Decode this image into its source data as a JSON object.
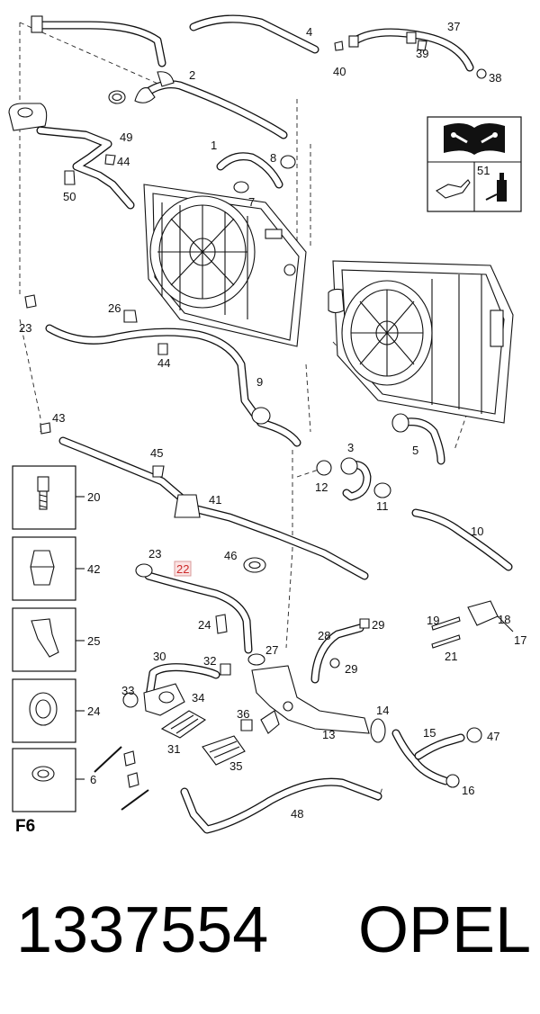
{
  "diagram": {
    "section_label": "F6",
    "part_number": "1337554",
    "brand": "OPEL",
    "highlighted_callout": "22",
    "callouts": {
      "c1": "1",
      "c2": "2",
      "c3": "3",
      "c4": "4",
      "c5": "5",
      "c6": "6",
      "c7": "7",
      "c8": "8",
      "c9": "9",
      "c10": "10",
      "c11": "11",
      "c12": "12",
      "c13": "13",
      "c14": "14",
      "c15": "15",
      "c16": "16",
      "c17": "17",
      "c18": "18",
      "c19": "19",
      "c20": "20",
      "c21": "21",
      "c23a": "23",
      "c23b": "23",
      "c24a": "24",
      "c24b": "24",
      "c25": "25",
      "c26": "26",
      "c27": "27",
      "c28": "28",
      "c29a": "29",
      "c29b": "29",
      "c30": "30",
      "c31": "31",
      "c32": "32",
      "c33": "33",
      "c34": "34",
      "c35": "35",
      "c36": "36",
      "c37": "37",
      "c38": "38",
      "c39": "39",
      "c40": "40",
      "c41": "41",
      "c42": "42",
      "c43": "43",
      "c44a": "44",
      "c44b": "44",
      "c45": "45",
      "c46": "46",
      "c47": "47",
      "c48": "48",
      "c49": "49",
      "c50": "50",
      "c51": "51"
    }
  }
}
